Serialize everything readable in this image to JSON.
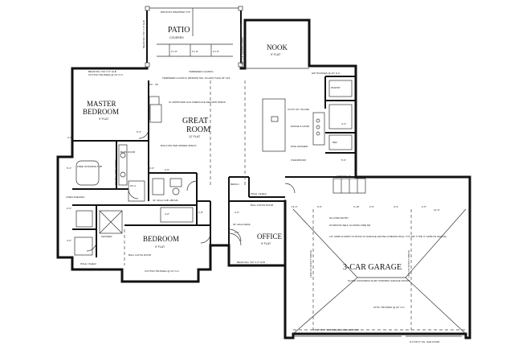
{
  "rooms": {
    "patio": {
      "name": "PATIO",
      "sub": "COVERED"
    },
    "nook": {
      "name": "NOOK",
      "sub": "9' FLAT"
    },
    "master": {
      "name1": "MASTER",
      "name2": "BEDROOM",
      "sub": "9' FLAT"
    },
    "great": {
      "name1": "GREAT",
      "name2": "ROOM",
      "sub": "12' FLAT"
    },
    "bedroom": {
      "name": "BEDROOM",
      "sub": "9' FLAT"
    },
    "office": {
      "name": "OFFICE",
      "sub": "9' FLAT"
    },
    "garage": {
      "name": "3-CAR GARAGE"
    }
  },
  "notes": {
    "patio_top": "8X8 POST WRAPPED TYP.",
    "headers_patio": [
      "2\"x 8\"",
      "2\"x 8\"",
      "2\"x 8\""
    ],
    "tempered": "TEMPERED GLAZING",
    "tempered_glass": "TEMPERED GLASS IF WINDOW SILL IS LESS THAN 18\" AFF",
    "fireplace": "UL APPROVED GAS FIREPLACE SEE MFR SPECS",
    "built_ins": "BUILT-INS PER OWNER SPECS",
    "island": "3'4\"X4' ICT. ISLAND",
    "range": "RANGE & HOOD",
    "dw": "DISH WASHER",
    "oven": "OVEN/MICRO",
    "pantry": "PANTRY",
    "ref": "REF.",
    "wic": "W.I.C.",
    "linen": "LINEN SHELVES",
    "shower": "SHOWER",
    "pole": "POLE / SHELF",
    "ball_catch": "BALL CATCH DOOR",
    "barn": "BARN DOOR",
    "truss_master": "COTTON TRUSSES @ 24\" O.C.",
    "truss_bedroom": "COTTON TRUSSES @ 24\" O.C.",
    "truss_nook": "HIP TRUSSES @ 24\" O.C.",
    "risers": "4 RISERS UP",
    "step": "NO-STEP ENTRY",
    "fire_door": "20 MINUTE SELF-CLOSING FIRE DR",
    "garage_wall": "1/2\" GWB FLOORS TO ROOF AT GARAGE-HOUSE COMMON WALL TYP. 5/8\" TYPE 'X' GWB ON CEILING",
    "slope": "SLOPE CONCRETE SLAB TOWARDS GARAGE DOORS",
    "attic": "ATTIC TRUSSES @ 24\" O.C.",
    "door_left": "16'-0\"X8'-0\" OVERHEAD GARAGE DOOR",
    "door_right": "9'-0\"X8'-0\" OH. GAR DOOR",
    "line_left": "LINE OF SOFFIT ABOVE",
    "line_right": "LINE OF SOFFIT ABOVE",
    "header_master": "BEAM W/o: 5/4\" X 9\" GLB",
    "header_office": "BEAM W/o: 5/4\" X 9\" GLB",
    "sliding": "8'0\" X 8' SLIDING DOOR",
    "beam_side": "BEAM W/o: 5/4\" X 9\" GLB",
    "free_tub": "FREE STANDING TUB",
    "double_vanity": "DOUBLE SINK VANITY",
    "cabinet": "42\" HIGH CAB. ABOVE",
    "desk": "30\" HIGH DESK",
    "bench": "BENCH"
  },
  "dims": [
    "2'-6\"",
    "5'-3\"",
    "3'-0\"",
    "2'-6\"",
    "4'-0\"",
    "2'-8\"",
    "3'-0\"",
    "2'-6\"",
    "13'-2\"",
    "5'-0\"",
    "3'-10\"",
    "2'-0\"",
    "4'-3\"",
    "2'-6\"",
    "12'-0\"",
    "5'-0\"",
    "4'-3\"",
    "2'-6\"",
    "4'-0\"",
    "5'-3\""
  ]
}
